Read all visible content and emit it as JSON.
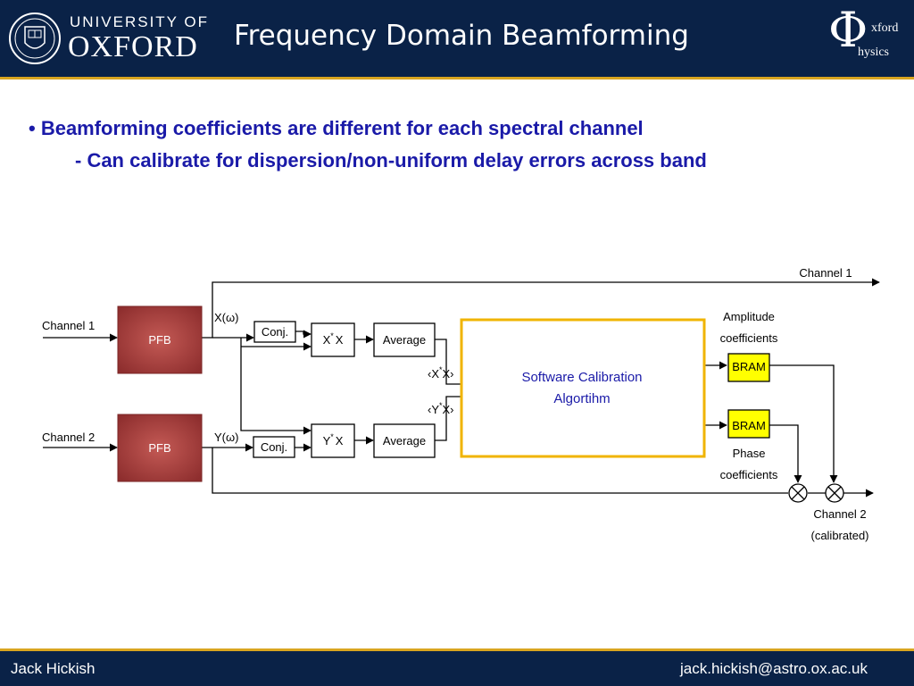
{
  "header": {
    "university_line": "UNIVERSITY OF",
    "oxford_line": "OXFORD",
    "title": "Frequency Domain Beamforming",
    "physics_logo": {
      "phi": "Φ",
      "xford": "xford",
      "hysics": "hysics"
    }
  },
  "bullets": {
    "main": "• Beamforming coefficients are different for each spectral channel",
    "sub": "- Can calibrate for dispersion/non-uniform delay errors across band"
  },
  "diagram": {
    "input1": "Channel 1",
    "input2": "Channel 2",
    "pfb1": "PFB",
    "pfb2": "PFB",
    "x_omega": "X(ω)",
    "y_omega": "Y(ω)",
    "conj1": "Conj.",
    "conj2": "Conj.",
    "xx_base": "X",
    "xx_tail": "X",
    "yx_base": "Y",
    "yx_tail": "X",
    "star": "*",
    "avg1": "Average",
    "avg2": "Average",
    "avg_xx_left": "‹X",
    "avg_xx_right": "X›",
    "avg_yx_left": "‹Y",
    "avg_yx_right": "X›",
    "calib_line1": "Software Calibration",
    "calib_line2": "Algortihm",
    "amp_line1": "Amplitude",
    "amp_line2": "coefficients",
    "bram1": "BRAM",
    "bram2": "BRAM",
    "phase_line1": "Phase",
    "phase_line2": "coefficients",
    "out1": "Channel 1",
    "out2_line1": "Channel 2",
    "out2_line2": "(calibrated)"
  },
  "footer": {
    "author": "Jack Hickish",
    "email": "jack.hickish@astro.ox.ac.uk"
  },
  "colors": {
    "navy": "#0a2247",
    "gold": "#d9a520",
    "pfb_red": "#a33a3a",
    "bram_yellow": "#ffff00",
    "text_blue": "#1a1aa8"
  }
}
